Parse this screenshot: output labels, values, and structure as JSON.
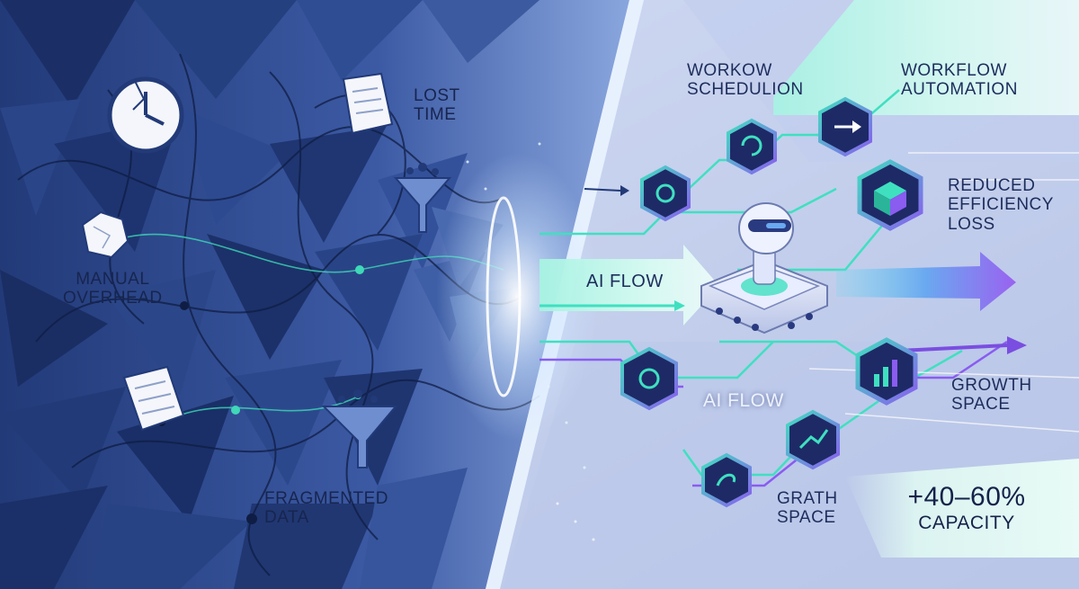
{
  "labels": {
    "manual_overhead": [
      "MANUAL",
      "OVERHEAD"
    ],
    "lost_time": [
      "LOST",
      "TIME"
    ],
    "fragmented_data": [
      "FRAGMENTED",
      "DATA"
    ],
    "workow_schedulion": [
      "WORKOW",
      "SCHEDULION"
    ],
    "workflow_automation": [
      "WORKFLOW",
      "AUTOMATION"
    ],
    "reduced_efficiency_loss": [
      "REDUCED",
      "EFFICIENCY",
      "LOSS"
    ],
    "ai_flow_banner": "AI FLOW",
    "ai_flow_lower": "AI FLOW",
    "growth_space": [
      "GROWTH",
      "SPACE"
    ],
    "grath_space": [
      "GRATH",
      "SPACE"
    ],
    "capacity_value": "+40–60%",
    "capacity_label": "CAPACITY"
  },
  "icons": {
    "clock": "broken-clock-icon",
    "document": "torn-document-icon",
    "paper": "crumpled-paper-icon",
    "funnel": "funnel-icon",
    "robot": "ai-robot-chip-icon",
    "nodes": [
      "hex-node-gear-icon",
      "hex-node-refresh-icon",
      "hex-node-arrow-icon",
      "hex-node-cube-icon",
      "hex-node-chip-icon",
      "hex-node-chart-icon",
      "hex-node-trend-icon",
      "hex-node-swirl-icon"
    ]
  },
  "colors": {
    "chaos_dark": "#1b2f66",
    "chaos_mid": "#3b5aa0",
    "ordered_bg": "#c9d4f0",
    "accent_teal": "#3fe0c0",
    "accent_violet": "#8a5cf0",
    "glow": "#eaf4ff"
  }
}
